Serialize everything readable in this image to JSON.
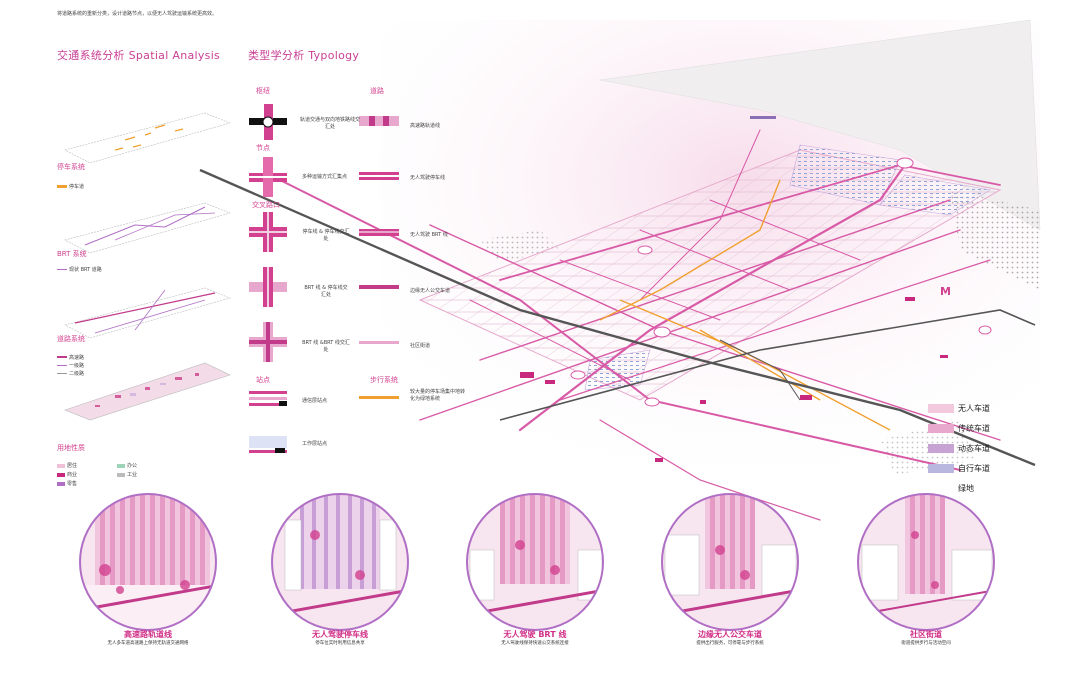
{
  "header_note": "将道路系统的重新分类，设计道路节点，以便无人驾驶运输系统更高效。",
  "spatial": {
    "title": "交通系统分析 Spatial Analysis",
    "layers": [
      {
        "name": "停车系统",
        "legend": [
          "停车道"
        ]
      },
      {
        "name": "BRT 系统",
        "legend": [
          "现状 BRT 道路"
        ]
      },
      {
        "name": "道路系统",
        "legend": [
          "高速路",
          "一级路",
          "二级路"
        ]
      },
      {
        "name": "用地性质",
        "legend": [
          "居住",
          "办公",
          "商业",
          "工业",
          "零售"
        ]
      }
    ]
  },
  "typology": {
    "title": "类型学分析 Typology",
    "col_left": "枢纽",
    "col_right": "道路",
    "groups": [
      "节点",
      "交叉路口",
      "站点",
      "步行系统"
    ],
    "rows": [
      {
        "left": "轨道交通与双向地铁路线交汇处",
        "right": "高速路轨道线"
      },
      {
        "left": "多种运输方式汇集点",
        "right": "无人驾驶停车线"
      },
      {
        "left": "停车线 & 停车线交汇处",
        "right": "无人驾驶 BRT 线"
      },
      {
        "left": "BRT 线 & 停车线交汇处",
        "right": "边缘无人公交车道"
      },
      {
        "left": "BRT 线 &BRT 线交汇处",
        "right": "社区街道"
      },
      {
        "left": "通信层站点",
        "right": "较大量的停车场集中地转化为绿地系统"
      },
      {
        "left": "工作层站点",
        "right": ""
      }
    ]
  },
  "map": {
    "marker": "M",
    "legend": [
      {
        "label": "无人车道",
        "color": "#f2c9dd"
      },
      {
        "label": "传统车道",
        "color": "#e8a7cc"
      },
      {
        "label": "动态车道",
        "color": "#c7a3d4"
      },
      {
        "label": "自行车道",
        "color": "#b9b7e0"
      },
      {
        "label": "绿地",
        "color": "#ffffff"
      }
    ]
  },
  "bubbles": [
    {
      "title": "高速路轨道线",
      "sub": "无人多车道高速路上保持无轨道交通网络"
    },
    {
      "title": "无人驾驶停车线",
      "sub": "停车位实时利用信息共享"
    },
    {
      "title": "无人驾驶 BRT 线",
      "sub": "无人驾驶线保持快速公交系统连接"
    },
    {
      "title": "边缘无人公交车道",
      "sub": "提供出行服务，可停靠与步行系统"
    },
    {
      "title": "社区街道",
      "sub": "街道提供步行与活动空间"
    }
  ],
  "colors": {
    "accent": "#d2418f",
    "light_pink": "#f3cfe2",
    "purple": "#b06fc4",
    "orange": "#f0a030"
  }
}
